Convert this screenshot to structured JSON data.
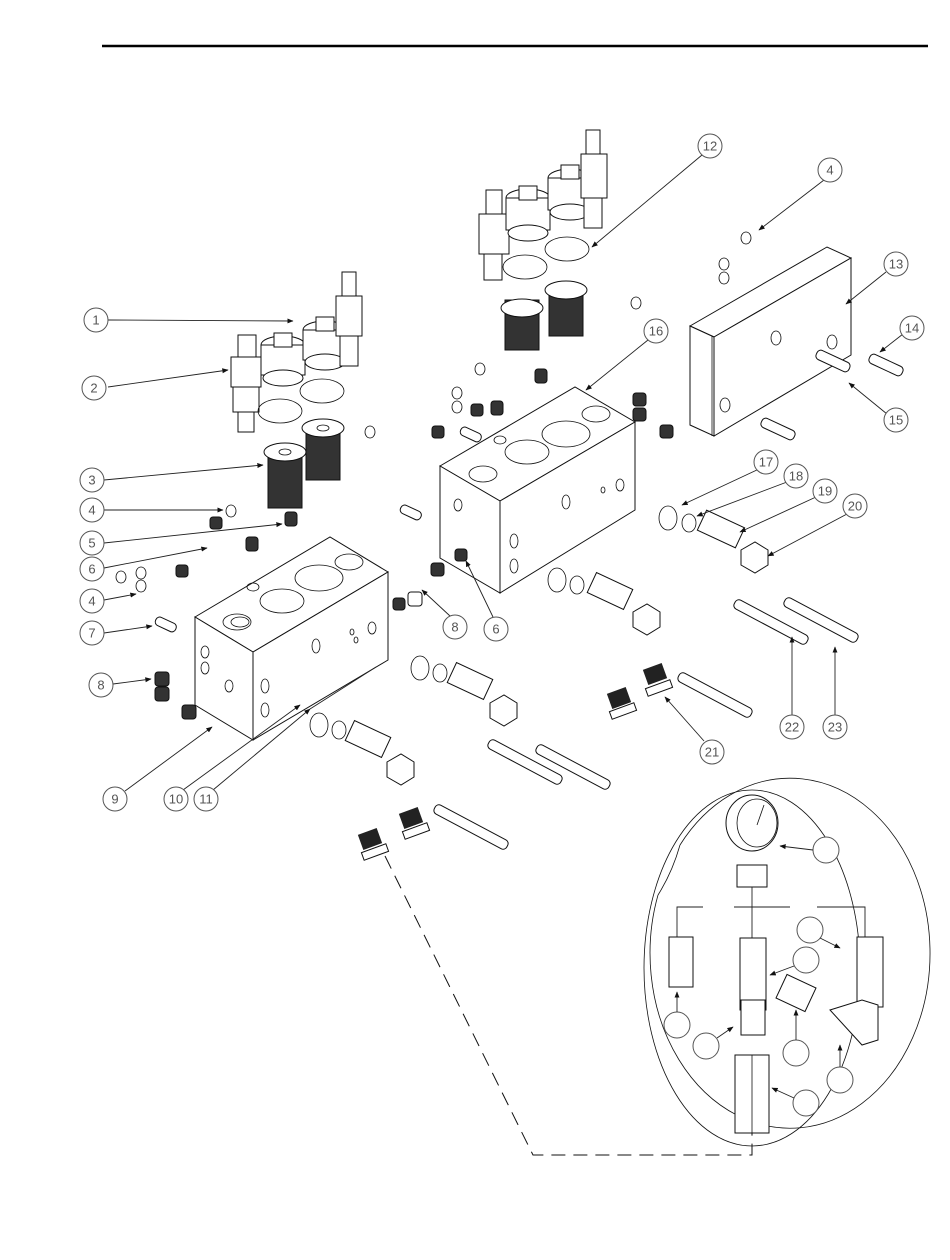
{
  "figure": {
    "type": "exploded-parts-diagram",
    "subject": "hydraulic manifold valve block assembly",
    "callouts": [
      {
        "id": "1",
        "label": "1"
      },
      {
        "id": "2",
        "label": "2"
      },
      {
        "id": "3",
        "label": "3"
      },
      {
        "id": "4a",
        "label": "4"
      },
      {
        "id": "5",
        "label": "5"
      },
      {
        "id": "6a",
        "label": "6"
      },
      {
        "id": "4b",
        "label": "4"
      },
      {
        "id": "7",
        "label": "7"
      },
      {
        "id": "8a",
        "label": "8"
      },
      {
        "id": "9",
        "label": "9"
      },
      {
        "id": "10",
        "label": "10"
      },
      {
        "id": "11",
        "label": "11"
      },
      {
        "id": "12",
        "label": "12"
      },
      {
        "id": "4c",
        "label": "4"
      },
      {
        "id": "13",
        "label": "13"
      },
      {
        "id": "14",
        "label": "14"
      },
      {
        "id": "15",
        "label": "15"
      },
      {
        "id": "16",
        "label": "16"
      },
      {
        "id": "17",
        "label": "17"
      },
      {
        "id": "18",
        "label": "18"
      },
      {
        "id": "19",
        "label": "19"
      },
      {
        "id": "20",
        "label": "20"
      },
      {
        "id": "8b",
        "label": "8"
      },
      {
        "id": "6b",
        "label": "6"
      },
      {
        "id": "21",
        "label": "21"
      },
      {
        "id": "22",
        "label": "22"
      },
      {
        "id": "23",
        "label": "23"
      }
    ],
    "detail_inset": {
      "description": "pressure gauge kit detail",
      "blank_callouts": 9
    }
  }
}
